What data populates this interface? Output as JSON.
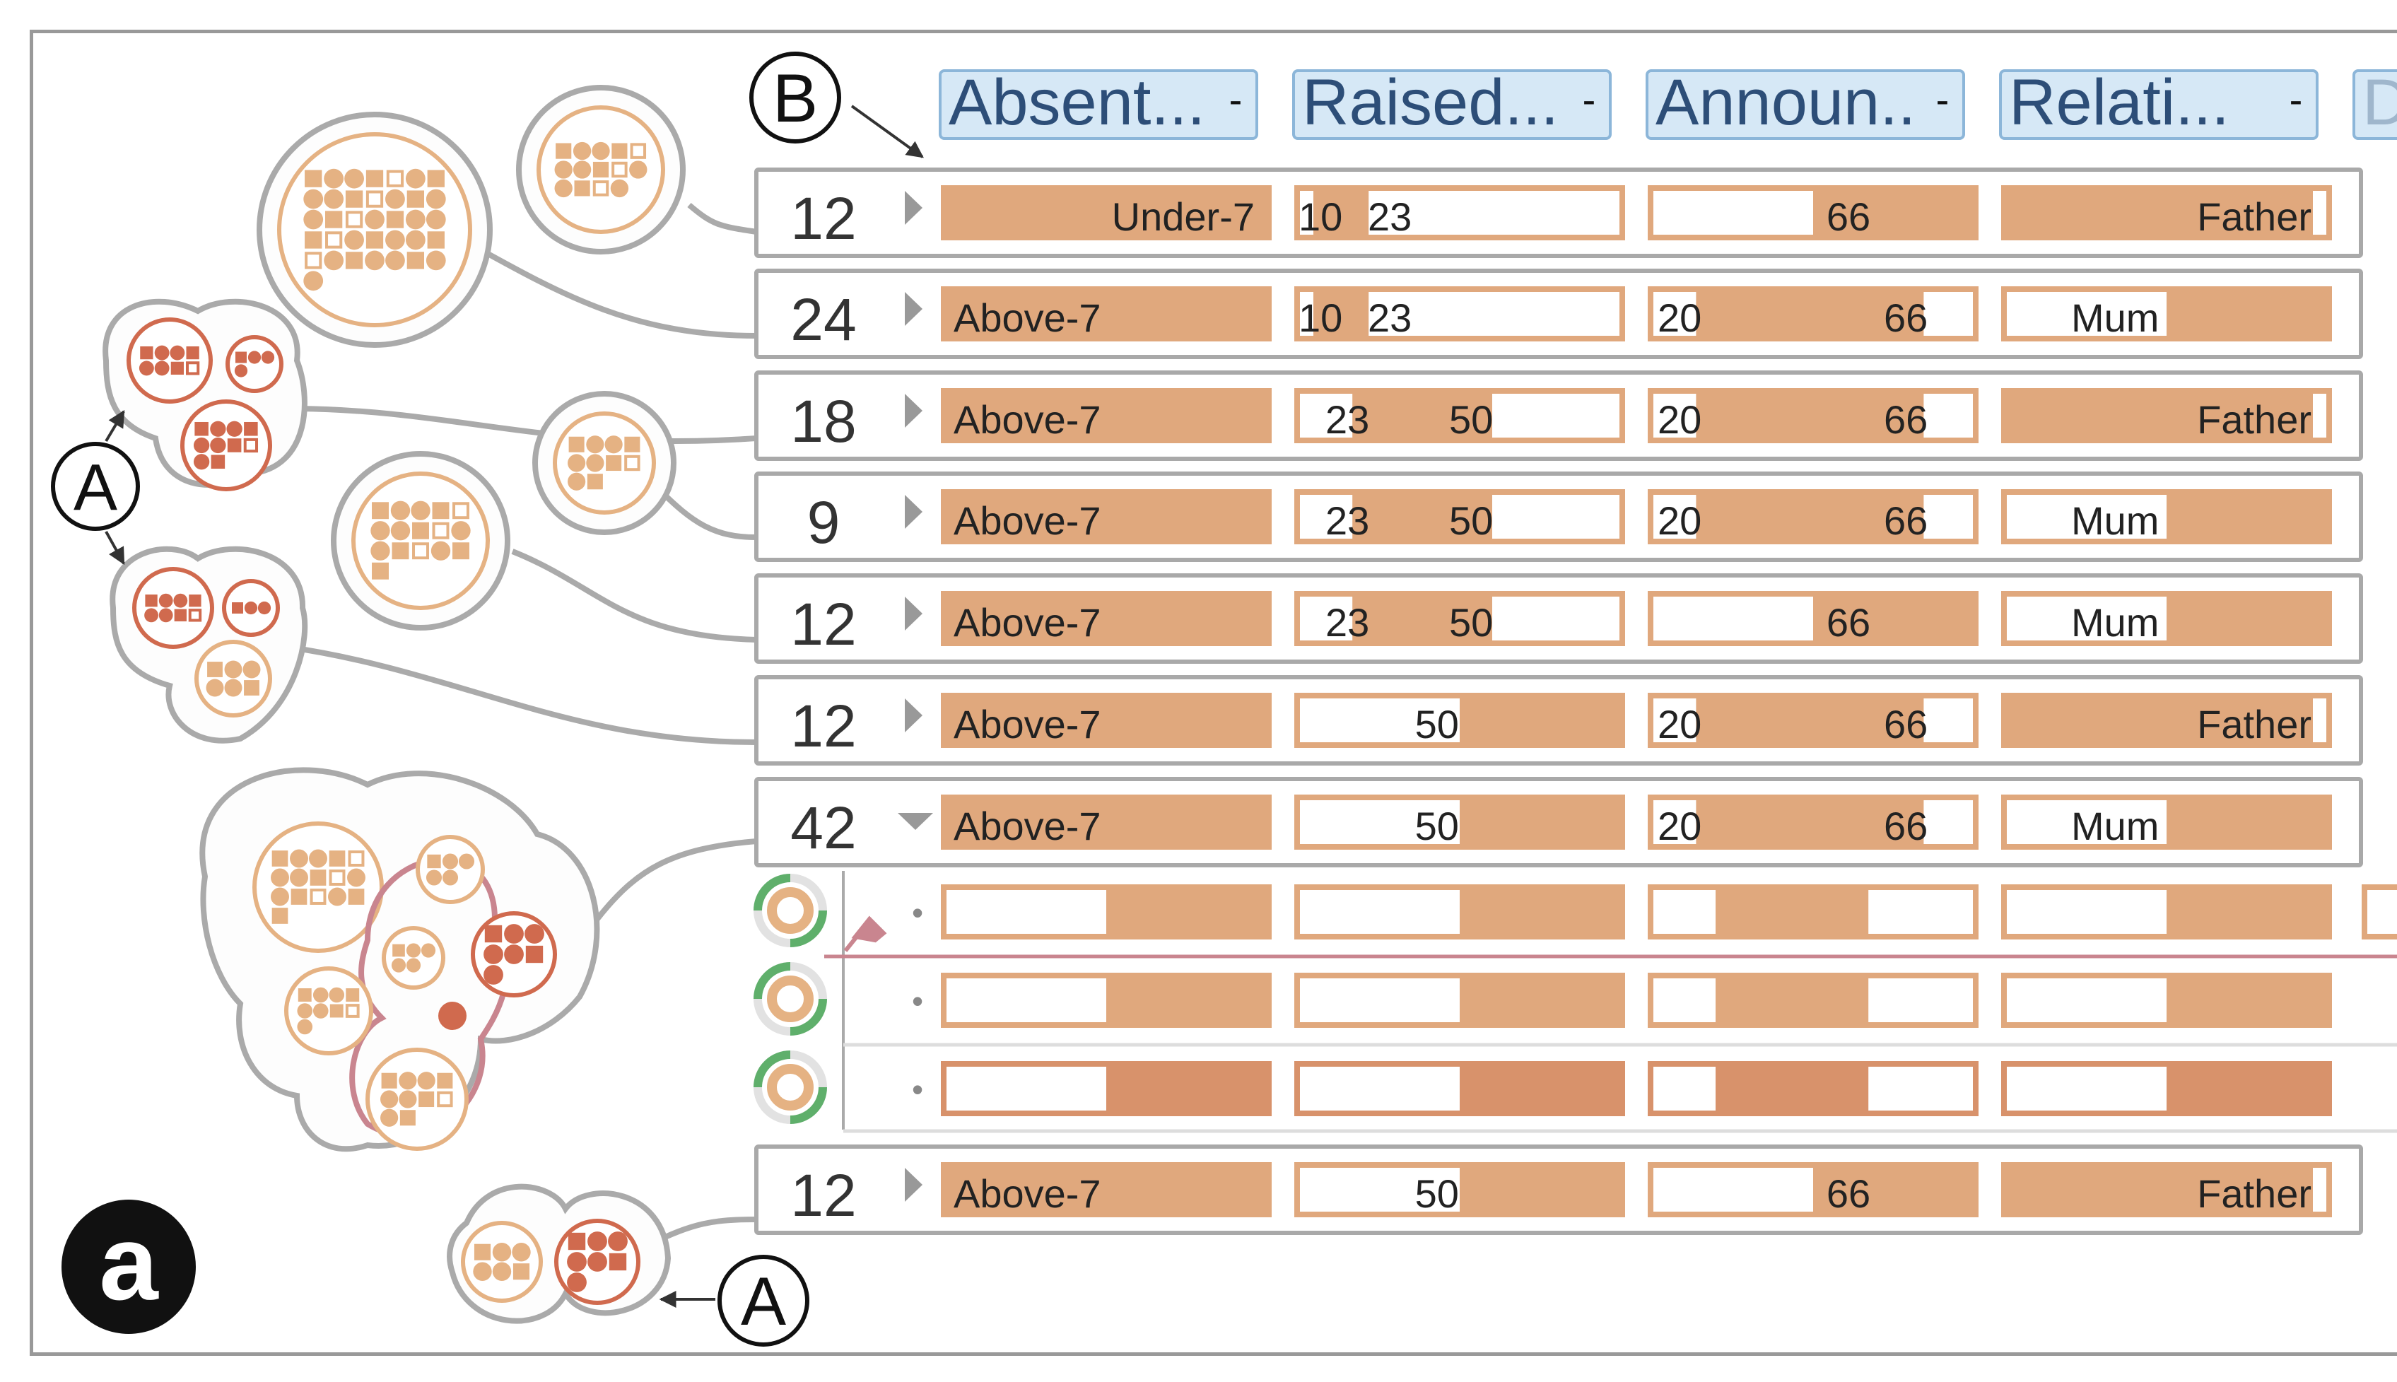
{
  "labels": {
    "a": "a",
    "A": "A",
    "B": "B"
  },
  "headers": [
    {
      "label": "Absent...",
      "sort": "-"
    },
    {
      "label": "Raised...",
      "sort": "-"
    },
    {
      "label": "Announ..",
      "sort": "-"
    },
    {
      "label": "Relati...",
      "sort": "-"
    },
    {
      "label": "D",
      "sort": ""
    }
  ],
  "rows": [
    {
      "count": "12",
      "expanded": false,
      "absent": {
        "fill": [
          0,
          1
        ],
        "label": "Under-7"
      },
      "raised": {
        "fill": [
          0.05,
          0.22
        ],
        "labels": [
          "10",
          "23"
        ]
      },
      "announ": {
        "fill": [
          0.5,
          1
        ],
        "labels": [
          "66"
        ]
      },
      "relation": {
        "fill": [
          0,
          0.95
        ],
        "label": "Father"
      }
    },
    {
      "count": "24",
      "expanded": false,
      "absent": {
        "fill": [
          0,
          1
        ],
        "label": "Above-7"
      },
      "raised": {
        "fill": [
          0.05,
          0.22
        ],
        "labels": [
          "10",
          "23"
        ]
      },
      "announ": {
        "fill": [
          0.14,
          0.84
        ],
        "labels": [
          "20",
          "66"
        ]
      },
      "relation": {
        "fill": [
          0.5,
          1
        ],
        "label": "Mum"
      }
    },
    {
      "count": "18",
      "expanded": false,
      "absent": {
        "fill": [
          0,
          1
        ],
        "label": "Above-7"
      },
      "raised": {
        "fill": [
          0.17,
          0.6
        ],
        "labels": [
          "23",
          "50"
        ]
      },
      "announ": {
        "fill": [
          0.14,
          0.84
        ],
        "labels": [
          "20",
          "66"
        ]
      },
      "relation": {
        "fill": [
          0,
          0.95
        ],
        "label": "Father"
      }
    },
    {
      "count": "9",
      "expanded": false,
      "absent": {
        "fill": [
          0,
          1
        ],
        "label": "Above-7"
      },
      "raised": {
        "fill": [
          0.17,
          0.6
        ],
        "labels": [
          "23",
          "50"
        ]
      },
      "announ": {
        "fill": [
          0.14,
          0.84
        ],
        "labels": [
          "20",
          "66"
        ]
      },
      "relation": {
        "fill": [
          0.5,
          1
        ],
        "label": "Mum"
      }
    },
    {
      "count": "12",
      "expanded": false,
      "absent": {
        "fill": [
          0,
          1
        ],
        "label": "Above-7"
      },
      "raised": {
        "fill": [
          0.17,
          0.6
        ],
        "labels": [
          "23",
          "50"
        ]
      },
      "announ": {
        "fill": [
          0.5,
          1
        ],
        "labels": [
          "66"
        ]
      },
      "relation": {
        "fill": [
          0.5,
          1
        ],
        "label": "Mum"
      }
    },
    {
      "count": "12",
      "expanded": false,
      "absent": {
        "fill": [
          0,
          1
        ],
        "label": "Above-7"
      },
      "raised": {
        "fill": [
          0.5,
          1
        ],
        "labels": [
          "50"
        ]
      },
      "announ": {
        "fill": [
          0.14,
          0.84
        ],
        "labels": [
          "20",
          "66"
        ]
      },
      "relation": {
        "fill": [
          0,
          0.95
        ],
        "label": "Father"
      }
    },
    {
      "count": "42",
      "expanded": true,
      "absent": {
        "fill": [
          0,
          1
        ],
        "label": "Above-7"
      },
      "raised": {
        "fill": [
          0.5,
          1
        ],
        "labels": [
          "50"
        ]
      },
      "announ": {
        "fill": [
          0.14,
          0.84
        ],
        "labels": [
          "20",
          "66"
        ]
      },
      "relation": {
        "fill": [
          0.5,
          1
        ],
        "label": "Mum"
      }
    },
    {
      "count": "12",
      "expanded": false,
      "absent": {
        "fill": [
          0,
          1
        ],
        "label": "Above-7"
      },
      "raised": {
        "fill": [
          0.5,
          1
        ],
        "labels": [
          "50"
        ]
      },
      "announ": {
        "fill": [
          0.5,
          1
        ],
        "labels": [
          "66"
        ]
      },
      "relation": {
        "fill": [
          0,
          0.95
        ],
        "label": "Father"
      }
    }
  ],
  "subrows": [
    {
      "bullet": "•",
      "absent": [
        0.5,
        1
      ],
      "raised": [
        0.5,
        1
      ],
      "announ": [
        0.2,
        0.67
      ],
      "relation": [
        0.5,
        1
      ]
    },
    {
      "bullet": "•",
      "absent": [
        0.5,
        1
      ],
      "raised": [
        0.5,
        1
      ],
      "announ": [
        0.2,
        0.67
      ],
      "relation": [
        0.5,
        1
      ]
    },
    {
      "bullet": "•",
      "absent": [
        0.5,
        1
      ],
      "raised": [
        0.5,
        1
      ],
      "announ": [
        0.2,
        0.67
      ],
      "relation": [
        0.5,
        1
      ]
    }
  ],
  "colors": {
    "bar": "#e0a87d",
    "bar_dark": "#d8926b",
    "cluster_light": "#e5b283",
    "cluster_dark": "#d06a4e",
    "pink": "#c9858f",
    "header_bg": "#d6e8f6",
    "header_border": "#8cb6d9",
    "header_text": "#2d4e78",
    "frame": "#999999",
    "green": "#5faf6b"
  }
}
